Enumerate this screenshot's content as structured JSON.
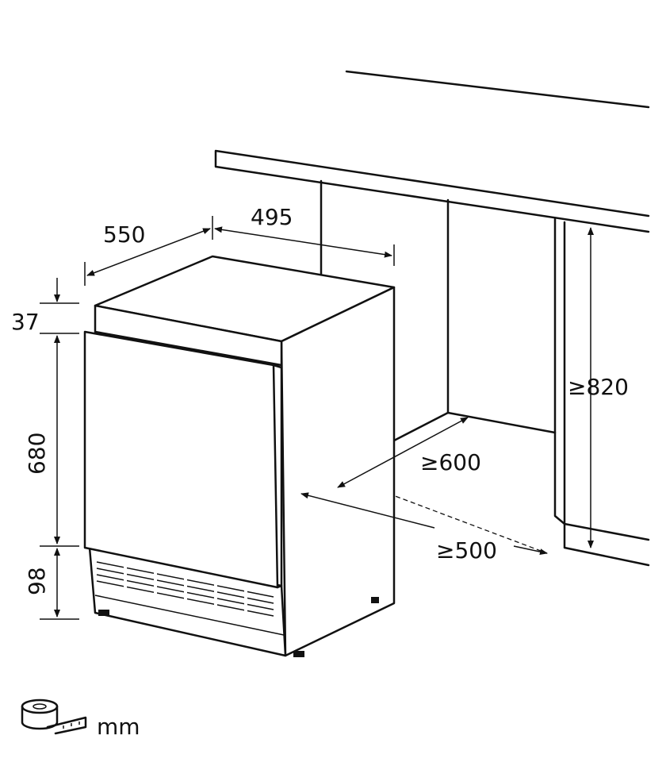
{
  "dimensions": {
    "depth": "550",
    "width": "495",
    "top_gap": "37",
    "door_height": "680",
    "plinth_height": "98",
    "niche_height": "≥820",
    "niche_width": "≥600",
    "niche_depth": "≥500"
  },
  "legend": {
    "unit": "mm",
    "icon": "tape-measure-icon"
  }
}
